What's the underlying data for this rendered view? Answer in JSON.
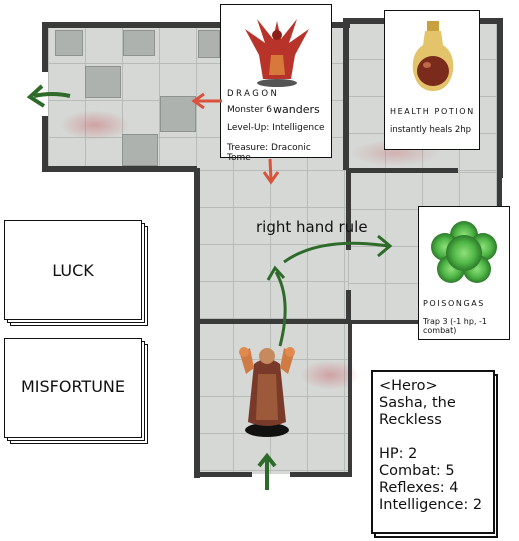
{
  "board": {
    "annotation": "right hand rule"
  },
  "cards": {
    "dragon": {
      "name": "DRAGON",
      "line1": "Monster 6",
      "tag": "wanders",
      "line2": "Level-Up: Intelligence",
      "line3": "Treasure: Draconic Tome"
    },
    "potion": {
      "name": "HEALTH POTION",
      "desc": "instantly heals 2hp"
    },
    "poison": {
      "name": "POISONGAS",
      "desc": "Trap 3 (-1 hp, -1 combat)"
    }
  },
  "decks": {
    "luck": "LUCK",
    "misfortune": "MISFORTUNE"
  },
  "hero": {
    "line1": "<Hero>",
    "line2": "Sasha, the",
    "line3": "Reckless",
    "hp": "HP: 2",
    "combat": "Combat: 5",
    "reflexes": "Reflexes: 4",
    "intelligence": "Intelligence: 2"
  },
  "colors": {
    "arrow_green": "#2e6b2a",
    "arrow_red": "#d9533c",
    "wall": "#3a3a3a",
    "floor": "#d5d8d5"
  }
}
